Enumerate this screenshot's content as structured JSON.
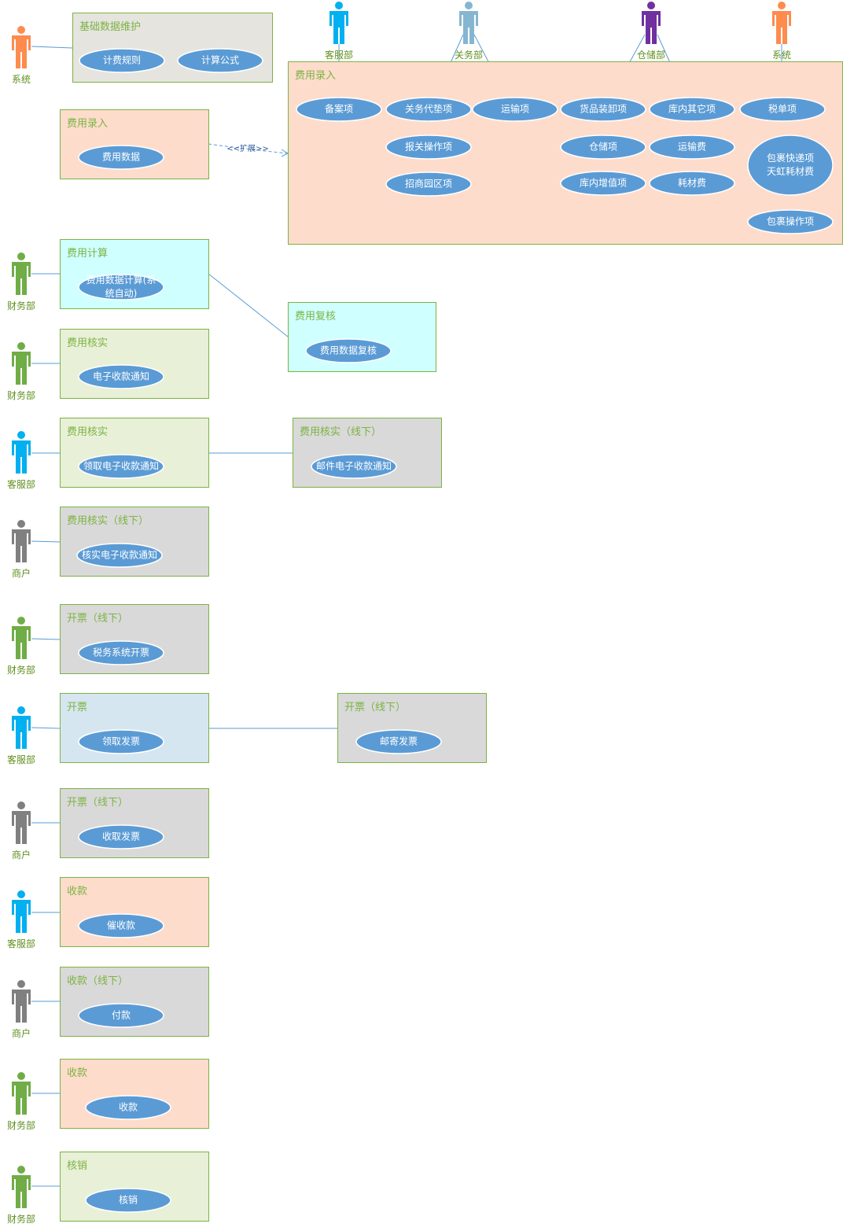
{
  "colors": {
    "box_fill": {
      "gray": "#e5e4df",
      "orange": "#fedccc",
      "cyan": "#cfffff",
      "green": "#e8f0d8",
      "lightgray": "#d9d9d9",
      "blue": "#d6e6f0"
    },
    "box_border": "#7cb342",
    "title_text": "#7cb342",
    "usecase_fill": "#5b9bd5",
    "actor_colors": {
      "orange": "#fd8c4e",
      "cyan": "#00b0f0",
      "steel": "#86b6cf",
      "purple": "#7030a0",
      "green": "#70ad47",
      "gray": "#808080"
    }
  },
  "extend_label": "<<扩展>>",
  "actors": [
    {
      "id": "a1",
      "label": "系统",
      "color": "orange"
    },
    {
      "id": "a2",
      "label": "客服部",
      "color": "cyan"
    },
    {
      "id": "a3",
      "label": "关务部",
      "color": "steel"
    },
    {
      "id": "a4",
      "label": "仓储部",
      "color": "purple"
    },
    {
      "id": "a5",
      "label": "系统",
      "color": "orange"
    },
    {
      "id": "a6",
      "label": "财务部",
      "color": "green"
    },
    {
      "id": "a7",
      "label": "财务部",
      "color": "green"
    },
    {
      "id": "a8",
      "label": "客服部",
      "color": "cyan"
    },
    {
      "id": "a9",
      "label": "商户",
      "color": "gray"
    },
    {
      "id": "a10",
      "label": "财务部",
      "color": "green"
    },
    {
      "id": "a11",
      "label": "客服部",
      "color": "cyan"
    },
    {
      "id": "a12",
      "label": "商户",
      "color": "gray"
    },
    {
      "id": "a13",
      "label": "客服部",
      "color": "cyan"
    },
    {
      "id": "a14",
      "label": "商户",
      "color": "gray"
    },
    {
      "id": "a15",
      "label": "财务部",
      "color": "green"
    },
    {
      "id": "a16",
      "label": "财务部",
      "color": "green"
    }
  ],
  "boxes": [
    {
      "id": "b1",
      "title": "基础数据维护",
      "fill": "gray"
    },
    {
      "id": "b2",
      "title": "费用录入",
      "fill": "orange"
    },
    {
      "id": "b3",
      "title": "费用录入",
      "fill": "orange"
    },
    {
      "id": "b4",
      "title": "费用计算",
      "fill": "cyan"
    },
    {
      "id": "b5",
      "title": "费用复核",
      "fill": "cyan"
    },
    {
      "id": "b6",
      "title": "费用核实",
      "fill": "green"
    },
    {
      "id": "b7",
      "title": "费用核实",
      "fill": "green"
    },
    {
      "id": "b8",
      "title": "费用核实（线下）",
      "fill": "lightgray"
    },
    {
      "id": "b9",
      "title": "费用核实（线下）",
      "fill": "lightgray"
    },
    {
      "id": "b10",
      "title": "开票（线下）",
      "fill": "lightgray"
    },
    {
      "id": "b11",
      "title": "开票",
      "fill": "blue"
    },
    {
      "id": "b12",
      "title": "开票（线下）",
      "fill": "lightgray"
    },
    {
      "id": "b13",
      "title": "开票（线下）",
      "fill": "lightgray"
    },
    {
      "id": "b14",
      "title": "收款",
      "fill": "orange"
    },
    {
      "id": "b15",
      "title": "收款（线下）",
      "fill": "lightgray"
    },
    {
      "id": "b16",
      "title": "收款",
      "fill": "orange"
    },
    {
      "id": "b17",
      "title": "核销",
      "fill": "green"
    }
  ],
  "usecases": [
    {
      "id": "u1",
      "lines": [
        "计费规则"
      ]
    },
    {
      "id": "u2",
      "lines": [
        "计算公式"
      ]
    },
    {
      "id": "u3",
      "lines": [
        "费用数据"
      ]
    },
    {
      "id": "u4",
      "lines": [
        "备案项"
      ]
    },
    {
      "id": "u5",
      "lines": [
        "关务代垫项"
      ]
    },
    {
      "id": "u6",
      "lines": [
        "运输项"
      ]
    },
    {
      "id": "u7",
      "lines": [
        "货品装卸项"
      ]
    },
    {
      "id": "u8",
      "lines": [
        "库内其它项"
      ]
    },
    {
      "id": "u9",
      "lines": [
        "税单项"
      ]
    },
    {
      "id": "u10",
      "lines": [
        "报关操作项"
      ]
    },
    {
      "id": "u11",
      "lines": [
        "仓储项"
      ]
    },
    {
      "id": "u12",
      "lines": [
        "运输费"
      ]
    },
    {
      "id": "u13",
      "lines": [
        "包裹快递项",
        "天虹耗材费"
      ]
    },
    {
      "id": "u14",
      "lines": [
        "招商园区项"
      ]
    },
    {
      "id": "u15",
      "lines": [
        "库内增值项"
      ]
    },
    {
      "id": "u16",
      "lines": [
        "耗材费"
      ]
    },
    {
      "id": "u17",
      "lines": [
        "包裹操作项"
      ]
    },
    {
      "id": "u18",
      "lines": [
        "费用数据计算(系",
        "统自动)"
      ]
    },
    {
      "id": "u19",
      "lines": [
        "费用数据复核"
      ]
    },
    {
      "id": "u20",
      "lines": [
        "电子收款通知"
      ]
    },
    {
      "id": "u21",
      "lines": [
        "领取电子收款通知"
      ]
    },
    {
      "id": "u22",
      "lines": [
        "邮件电子收款通知"
      ]
    },
    {
      "id": "u23",
      "lines": [
        "核实电子收款通知"
      ]
    },
    {
      "id": "u24",
      "lines": [
        "税务系统开票"
      ]
    },
    {
      "id": "u25",
      "lines": [
        "领取发票"
      ]
    },
    {
      "id": "u26",
      "lines": [
        "邮寄发票"
      ]
    },
    {
      "id": "u27",
      "lines": [
        "收取发票"
      ]
    },
    {
      "id": "u28",
      "lines": [
        "催收款"
      ]
    },
    {
      "id": "u29",
      "lines": [
        "付款"
      ]
    },
    {
      "id": "u30",
      "lines": [
        "收款"
      ]
    },
    {
      "id": "u31",
      "lines": [
        "核销"
      ]
    }
  ]
}
